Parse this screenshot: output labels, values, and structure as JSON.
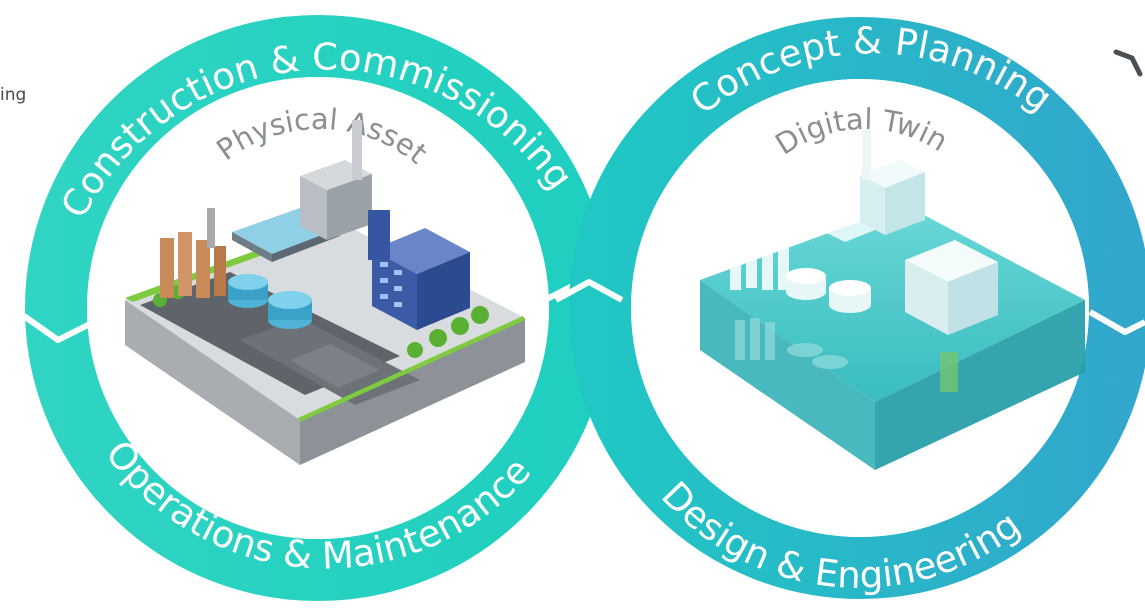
{
  "left_cycle": {
    "top_arc_label": "Construction & Commissioning",
    "bottom_arc_label": "Operations & Maintenance",
    "center_label": "Physical Asset",
    "illustration": "industrial-plant-illustration"
  },
  "right_cycle": {
    "top_arc_label": "Concept & Planning",
    "bottom_arc_label": "Design & Engineering",
    "center_label": "Digital Twin",
    "illustration": "digital-twin-plant-illustration"
  },
  "edge_text": "ing",
  "colors": {
    "ring_left": "#25d3c2",
    "ring_right": "#2ab3cb",
    "label_white": "#ffffff",
    "inner_text": "#8a8f93",
    "twin_tint": "#3fc6c8"
  }
}
